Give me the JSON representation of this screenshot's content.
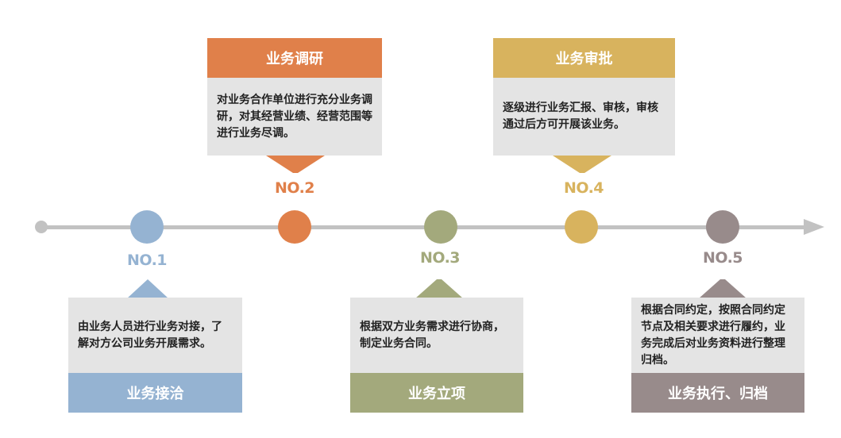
{
  "colors": {
    "blue": "#95b3d2",
    "orange": "#e0804a",
    "green": "#a3a97c",
    "gold": "#d8b35e",
    "gray": "#988b8b",
    "line": "#c2c2c2"
  },
  "steps": [
    {
      "no": "NO.1",
      "title": "业务接洽",
      "desc": "由业务人员进行业务对接，了解对方公司业务开展需求。"
    },
    {
      "no": "NO.2",
      "title": "业务调研",
      "desc": "对业务合作单位进行充分业务调研，对其经营业绩、经营范围等进行业务尽调。"
    },
    {
      "no": "NO.3",
      "title": "业务立项",
      "desc": "根据双方业务需求进行协商，制定业务合同。"
    },
    {
      "no": "NO.4",
      "title": "业务审批",
      "desc": "逐级进行业务汇报、审核，审核通过后方可开展该业务。"
    },
    {
      "no": "NO.5",
      "title": "业务执行、归档",
      "desc": "根据合同约定，按照合同约定节点及相关要求进行履约，业务完成后对业务资料进行整理归档。"
    }
  ]
}
